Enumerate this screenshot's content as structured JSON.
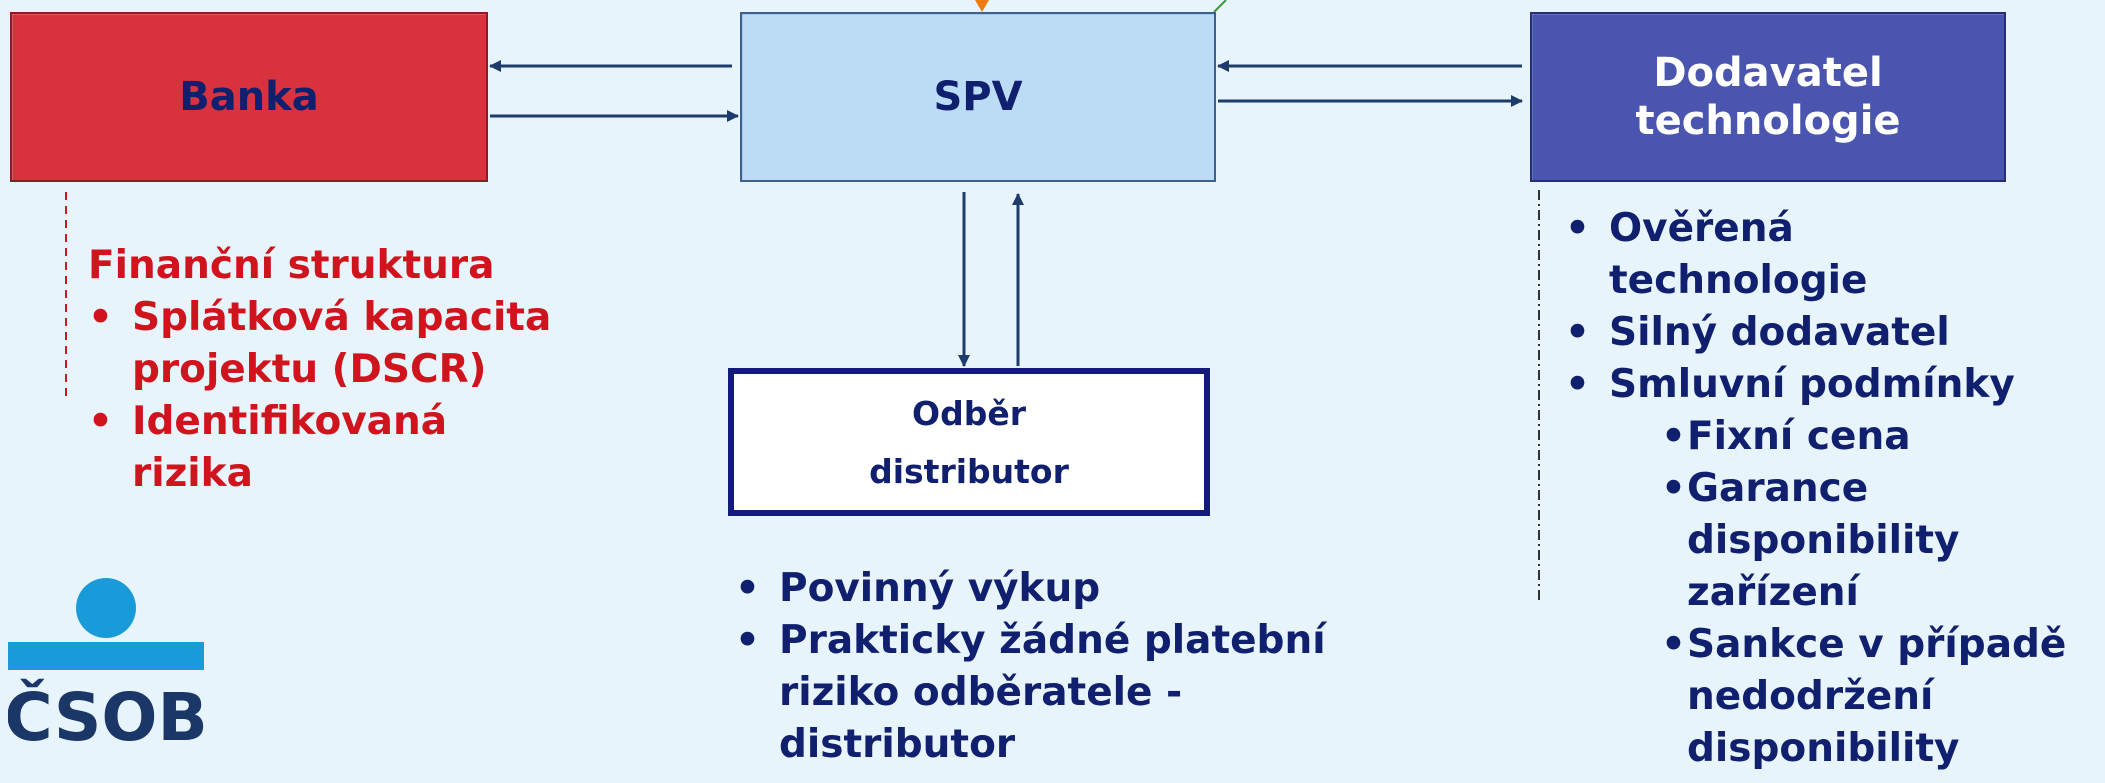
{
  "boxes": {
    "banka": "Banka",
    "spv": "SPV",
    "dodavatel_line1": "Dodavatel",
    "dodavatel_line2": "technologie",
    "odber_line1": "Odběr",
    "odber_line2": "distributor"
  },
  "banka_notes": {
    "heading": "Finanční struktura",
    "items": [
      {
        "line1": "Splátková kapacita",
        "line2": "projektu (DSCR)"
      },
      {
        "line1": "Identifikovaná",
        "line2": "rizika"
      }
    ]
  },
  "distributor_notes": {
    "items": [
      {
        "line1": "Povinný výkup",
        "line2": ""
      },
      {
        "line1": "Prakticky žádné platební",
        "line2": "riziko odběratele -",
        "line3": "distributor"
      }
    ]
  },
  "dodavatel_notes": {
    "items": [
      {
        "line1": "Ověřená",
        "line2": "technologie"
      },
      {
        "line1": "Silný dodavatel"
      },
      {
        "line1": "Smluvní podmínky"
      }
    ],
    "subitems": [
      {
        "line1": "Fixní cena"
      },
      {
        "line1": "Garance",
        "line2": "disponibility",
        "line3": "zařízení"
      },
      {
        "line1": "Sankce v případě",
        "line2": "nedodržení",
        "line3": "disponibility"
      }
    ]
  },
  "logo": {
    "text": "ČSOB"
  },
  "colors": {
    "background": "#e8f4fb",
    "banka_fill": "#d8323e",
    "spv_fill": "#bcdcf6",
    "dodavatel_fill": "#4a55b0",
    "navy_text": "#10206e",
    "red_text": "#d0141e"
  }
}
